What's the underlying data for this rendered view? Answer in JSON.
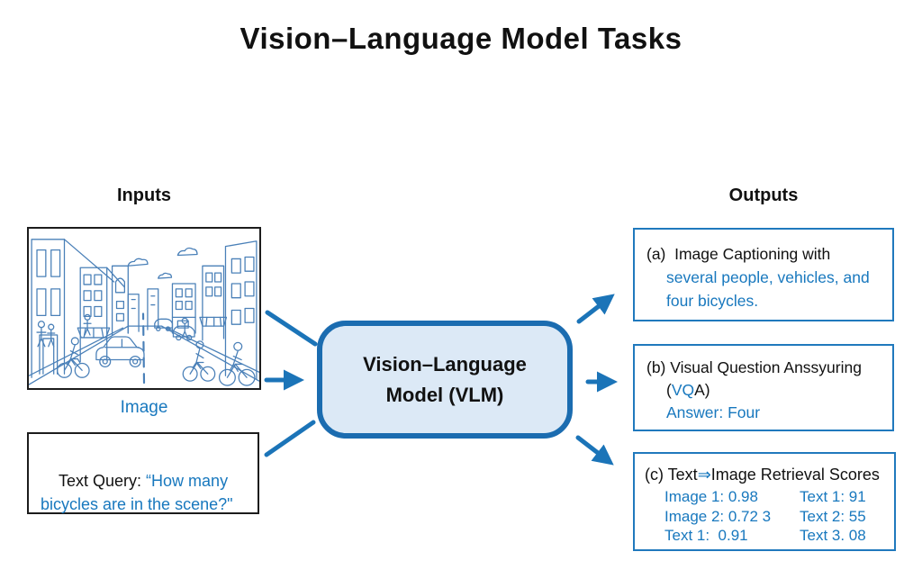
{
  "title": "Vision–Language Model Tasks",
  "colors": {
    "accent_blue": "#1b74b8",
    "text_blue": "#1878be",
    "vlm_fill": "#dce9f6",
    "vlm_border": "#1b6cb0"
  },
  "inputs": {
    "heading": "Inputs",
    "image_caption": "Image",
    "text_query_label": "Text Query: ",
    "text_query_value": "“How many bicycles are in the scene?\""
  },
  "model": {
    "line1": "Vision–Language",
    "line2": "Model (VLM)"
  },
  "outputs": {
    "heading": "Outputs",
    "a": {
      "label": "(a)  Image Captioning with",
      "caption_line1": "several people, vehicles, and",
      "caption_line2": "four bicycles."
    },
    "b": {
      "label": "(b) Visual Question Anssyuring",
      "acronym_open": "(",
      "acronym_blue": "VQ",
      "acronym_rest": "A)",
      "answer": "Answer: Four"
    },
    "c": {
      "label_pre": "(c) Text",
      "label_arrow": "⇒",
      "label_post": "Image Retrieval Scores",
      "left_col": [
        "Image 1: 0.98",
        "Image 2: 0.72 3",
        "Text 1:  0.91"
      ],
      "right_col": [
        "Text 1: 91",
        "Text 2: 55",
        "Text 3. 08"
      ]
    }
  }
}
